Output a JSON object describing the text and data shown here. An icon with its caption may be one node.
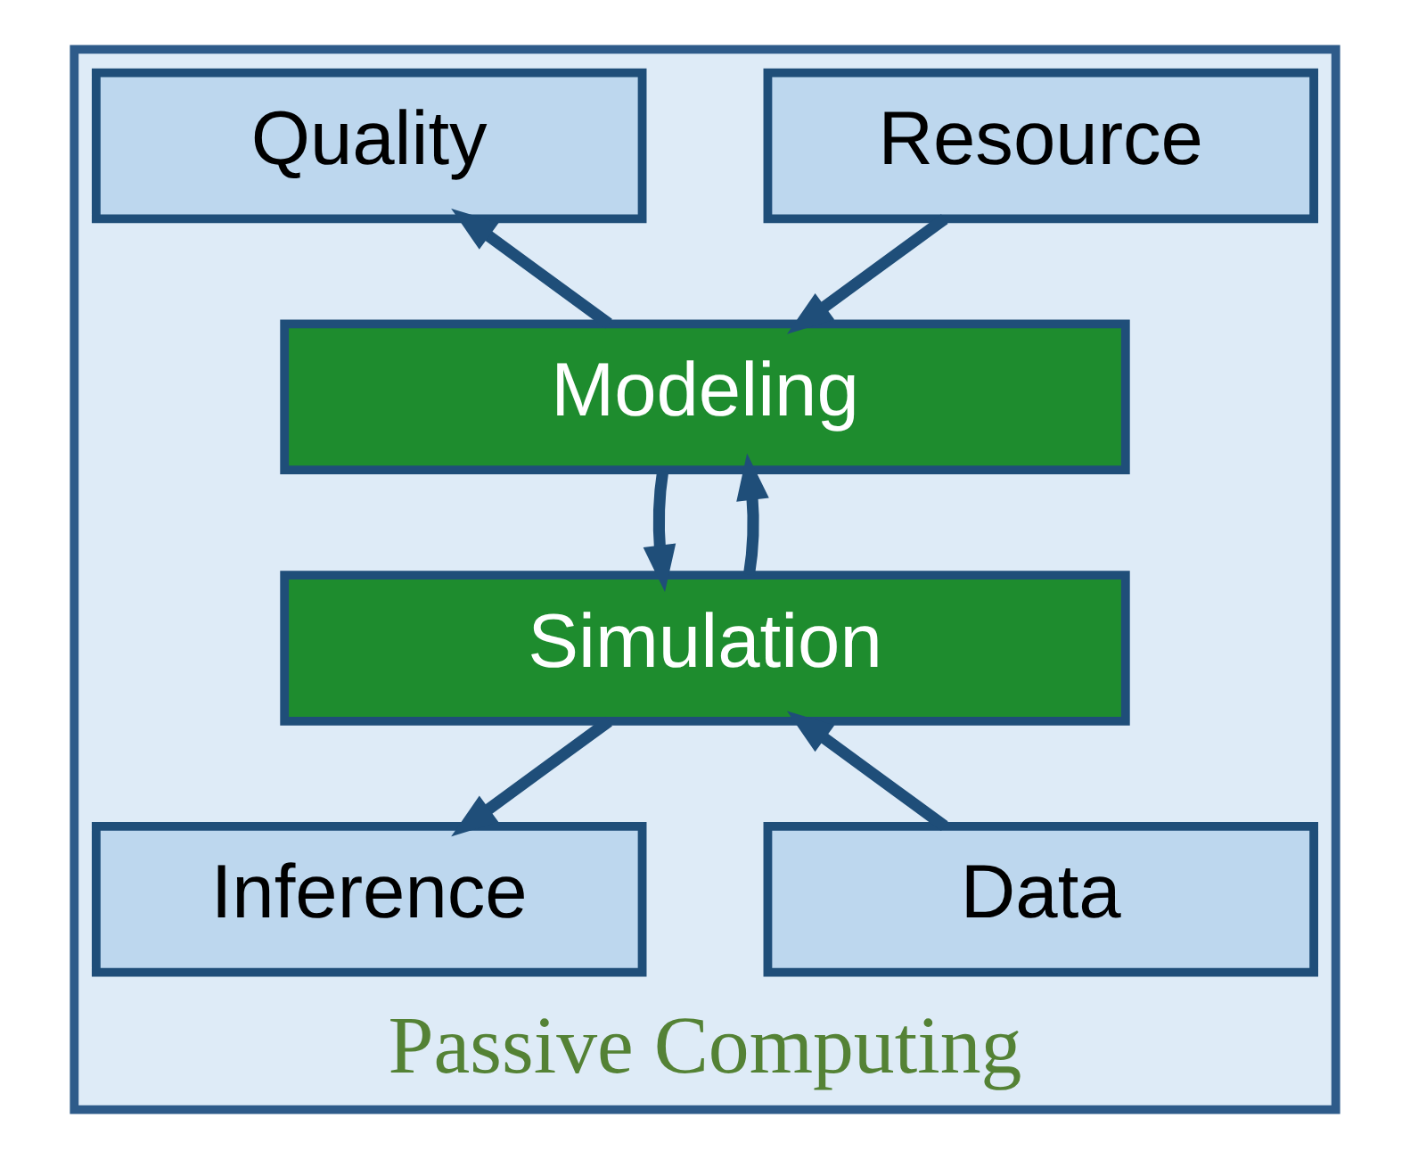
{
  "diagram": {
    "nodes": [
      {
        "text": [
          "Passive Computing"
        ]
      },
      {
        "text": [
          "Resource"
        ],
        "in": 0
      },
      {
        "text": [
          "Quality"
        ],
        "in": 0
      },
      {
        "text": [
          "Modeling"
        ],
        "in": 0
      },
      {
        "text": [
          "Simulation"
        ],
        "in": 0
      },
      {
        "text": [
          "Data"
        ],
        "in": 0
      },
      {
        "text": [
          "Inference"
        ],
        "in": 0
      }
    ],
    "edges": [
      {
        "from": 1,
        "to": 3,
        "arrow": "to"
      },
      {
        "from": 3,
        "to": 2,
        "arrow": "to"
      },
      {
        "from": 3,
        "to": 4,
        "arrow": "to"
      },
      {
        "from": 4,
        "to": 3,
        "arrow": "to"
      },
      {
        "from": 5,
        "to": 4,
        "arrow": "to"
      },
      {
        "from": 4,
        "to": 6,
        "arrow": "to"
      }
    ]
  }
}
